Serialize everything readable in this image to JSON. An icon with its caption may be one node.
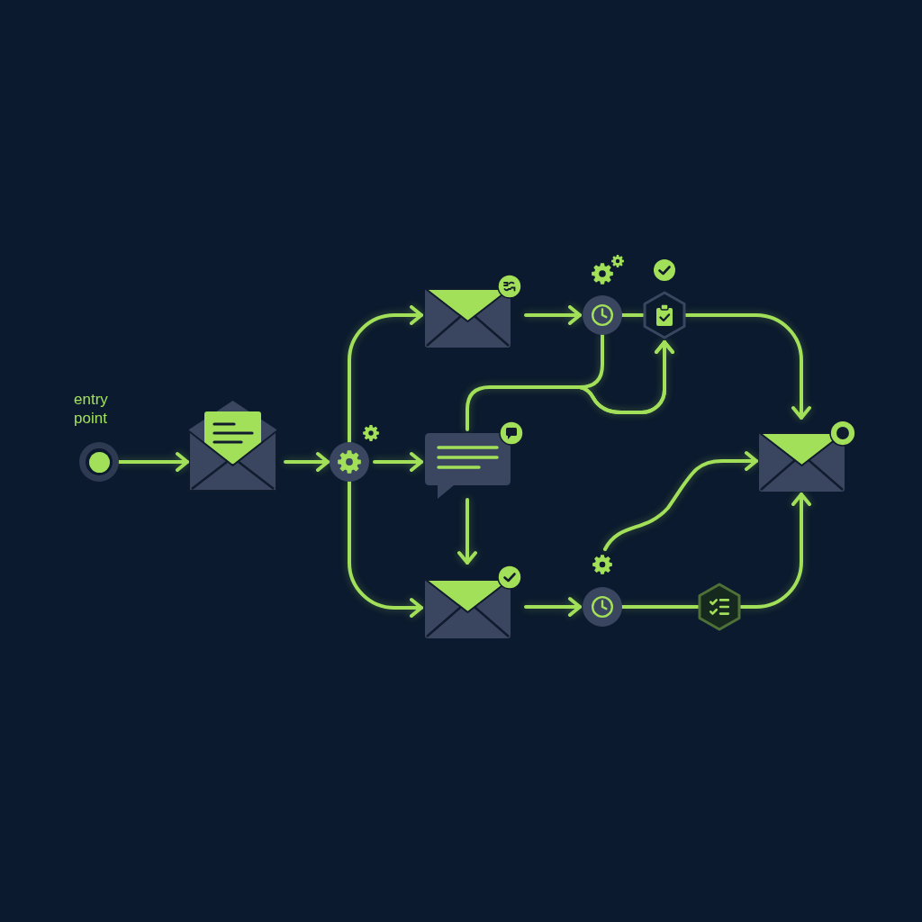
{
  "diagram": {
    "nodes": [
      {
        "text": [],
        "shape": "circle",
        "beside": [
          "entry point"
        ]
      },
      {
        "text": [],
        "shape": "envelope"
      },
      {
        "text": [],
        "shape": "circle"
      },
      {
        "text": [],
        "shape": "envelope"
      },
      {
        "text": [],
        "shape": "bubble"
      },
      {
        "text": [],
        "shape": "envelope"
      },
      {
        "text": [],
        "shape": "circle"
      },
      {
        "text": [],
        "shape": "hexagon"
      },
      {
        "text": [],
        "shape": "circle"
      },
      {
        "text": [],
        "shape": "hexagon"
      },
      {
        "text": [],
        "shape": "envelope"
      }
    ],
    "edges": [
      {
        "from": 0,
        "to": 1,
        "arrow": "to"
      },
      {
        "from": 1,
        "to": 2,
        "arrow": "to"
      },
      {
        "from": 2,
        "to": 3,
        "arrow": "to"
      },
      {
        "from": 2,
        "to": 4,
        "arrow": "to"
      },
      {
        "from": 2,
        "to": 5,
        "arrow": "to"
      },
      {
        "from": 3,
        "to": 6,
        "arrow": "to"
      },
      {
        "from": 6,
        "to": 7,
        "arrow": "none"
      },
      {
        "from": 4,
        "to": 7,
        "arrow": "to"
      },
      {
        "from": 6,
        "to": 7,
        "arrow": "to"
      },
      {
        "from": 4,
        "to": 5,
        "arrow": "to"
      },
      {
        "from": 5,
        "to": 8,
        "arrow": "to"
      },
      {
        "from": 8,
        "to": 9,
        "arrow": "none"
      },
      {
        "from": 9,
        "to": 10,
        "arrow": "to"
      },
      {
        "from": 7,
        "to": 10,
        "arrow": "to"
      },
      {
        "from": 8,
        "to": 10,
        "arrow": "to"
      }
    ]
  }
}
